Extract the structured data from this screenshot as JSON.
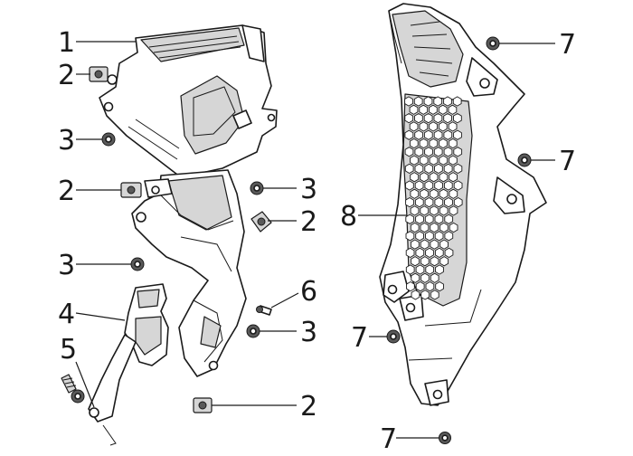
{
  "diagram": {
    "callouts": [
      {
        "id": "c1",
        "label": "1"
      },
      {
        "id": "c2a",
        "label": "2"
      },
      {
        "id": "c3a",
        "label": "3"
      },
      {
        "id": "c2b",
        "label": "2"
      },
      {
        "id": "c3b",
        "label": "3"
      },
      {
        "id": "c2c",
        "label": "2"
      },
      {
        "id": "c3c",
        "label": "3"
      },
      {
        "id": "c4",
        "label": "4"
      },
      {
        "id": "c6",
        "label": "6"
      },
      {
        "id": "c3d",
        "label": "3"
      },
      {
        "id": "c5",
        "label": "5"
      },
      {
        "id": "c2d",
        "label": "2"
      },
      {
        "id": "c7a",
        "label": "7"
      },
      {
        "id": "c7b",
        "label": "7"
      },
      {
        "id": "c8",
        "label": "8"
      },
      {
        "id": "c7c",
        "label": "7"
      },
      {
        "id": "c7d",
        "label": "7"
      }
    ]
  }
}
